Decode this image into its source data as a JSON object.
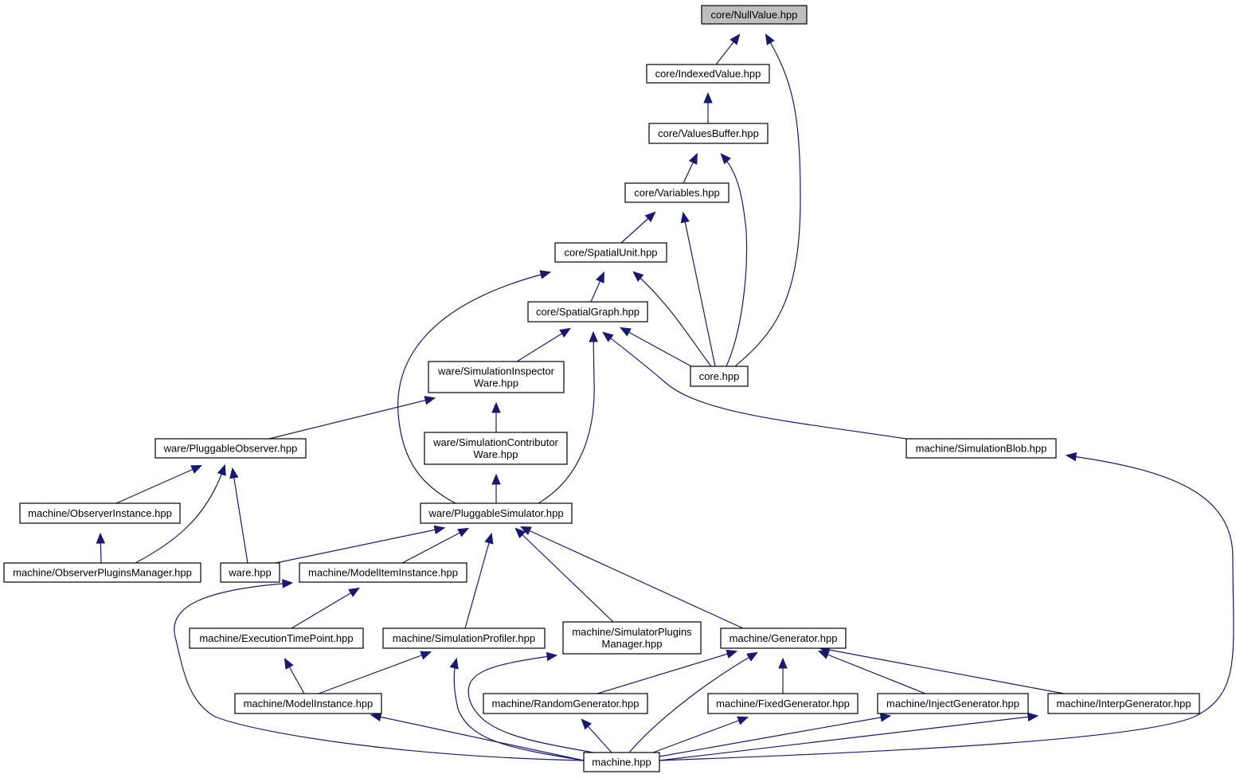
{
  "colors": {
    "edge": "#191970",
    "node_border": "#000000",
    "node_fill": "#ffffff",
    "root_fill": "#bfbfbf"
  },
  "nodes": [
    {
      "id": "nullvalue",
      "lines": [
        "core/NullValue.hpp"
      ],
      "root": true
    },
    {
      "id": "indexedvalue",
      "lines": [
        "core/IndexedValue.hpp"
      ]
    },
    {
      "id": "valuesbuffer",
      "lines": [
        "core/ValuesBuffer.hpp"
      ]
    },
    {
      "id": "variables",
      "lines": [
        "core/Variables.hpp"
      ]
    },
    {
      "id": "spatialunit",
      "lines": [
        "core/SpatialUnit.hpp"
      ]
    },
    {
      "id": "spatialgraph",
      "lines": [
        "core/SpatialGraph.hpp"
      ]
    },
    {
      "id": "corehpp",
      "lines": [
        "core.hpp"
      ]
    },
    {
      "id": "siminspector",
      "lines": [
        "ware/SimulationInspector",
        "Ware.hpp"
      ]
    },
    {
      "id": "simcontributor",
      "lines": [
        "ware/SimulationContributor",
        "Ware.hpp"
      ]
    },
    {
      "id": "pluggableobserver",
      "lines": [
        "ware/PluggableObserver.hpp"
      ]
    },
    {
      "id": "simblob",
      "lines": [
        "machine/SimulationBlob.hpp"
      ]
    },
    {
      "id": "observerinstance",
      "lines": [
        "machine/ObserverInstance.hpp"
      ]
    },
    {
      "id": "pluggablesimulator",
      "lines": [
        "ware/PluggableSimulator.hpp"
      ]
    },
    {
      "id": "observerplugins",
      "lines": [
        "machine/ObserverPluginsManager.hpp"
      ]
    },
    {
      "id": "warehpp",
      "lines": [
        "ware.hpp"
      ]
    },
    {
      "id": "modeliteminstance",
      "lines": [
        "machine/ModelItemInstance.hpp"
      ]
    },
    {
      "id": "executiontimepoint",
      "lines": [
        "machine/ExecutionTimePoint.hpp"
      ]
    },
    {
      "id": "simprofiler",
      "lines": [
        "machine/SimulationProfiler.hpp"
      ]
    },
    {
      "id": "simulatorplugins",
      "lines": [
        "machine/SimulatorPlugins",
        "Manager.hpp"
      ]
    },
    {
      "id": "generator",
      "lines": [
        "machine/Generator.hpp"
      ]
    },
    {
      "id": "modelinstance",
      "lines": [
        "machine/ModelInstance.hpp"
      ]
    },
    {
      "id": "randomgen",
      "lines": [
        "machine/RandomGenerator.hpp"
      ]
    },
    {
      "id": "fixedgen",
      "lines": [
        "machine/FixedGenerator.hpp"
      ]
    },
    {
      "id": "injectgen",
      "lines": [
        "machine/InjectGenerator.hpp"
      ]
    },
    {
      "id": "interpgen",
      "lines": [
        "machine/InterpGenerator.hpp"
      ]
    },
    {
      "id": "machinehpp",
      "lines": [
        "machine.hpp"
      ]
    }
  ],
  "edges": [
    {
      "from": "indexedvalue",
      "to": "nullvalue"
    },
    {
      "from": "corehpp",
      "to": "nullvalue"
    },
    {
      "from": "valuesbuffer",
      "to": "indexedvalue"
    },
    {
      "from": "variables",
      "to": "valuesbuffer"
    },
    {
      "from": "corehpp",
      "to": "valuesbuffer"
    },
    {
      "from": "spatialunit",
      "to": "variables"
    },
    {
      "from": "corehpp",
      "to": "variables"
    },
    {
      "from": "spatialgraph",
      "to": "spatialunit"
    },
    {
      "from": "corehpp",
      "to": "spatialunit"
    },
    {
      "from": "pluggablesimulator",
      "to": "spatialunit"
    },
    {
      "from": "corehpp",
      "to": "spatialgraph"
    },
    {
      "from": "siminspector",
      "to": "spatialgraph"
    },
    {
      "from": "pluggablesimulator",
      "to": "spatialgraph"
    },
    {
      "from": "simblob",
      "to": "spatialgraph"
    },
    {
      "from": "pluggableobserver",
      "to": "siminspector"
    },
    {
      "from": "simcontributor",
      "to": "siminspector"
    },
    {
      "from": "pluggablesimulator",
      "to": "simcontributor"
    },
    {
      "from": "observerinstance",
      "to": "pluggableobserver"
    },
    {
      "from": "observerplugins",
      "to": "pluggableobserver"
    },
    {
      "from": "warehpp",
      "to": "pluggableobserver"
    },
    {
      "from": "observerplugins",
      "to": "observerinstance"
    },
    {
      "from": "warehpp",
      "to": "pluggablesimulator"
    },
    {
      "from": "modeliteminstance",
      "to": "pluggablesimulator"
    },
    {
      "from": "simprofiler",
      "to": "pluggablesimulator"
    },
    {
      "from": "simulatorplugins",
      "to": "pluggablesimulator"
    },
    {
      "from": "generator",
      "to": "pluggablesimulator"
    },
    {
      "from": "machinehpp",
      "to": "simblob"
    },
    {
      "from": "executiontimepoint",
      "to": "modeliteminstance"
    },
    {
      "from": "machinehpp",
      "to": "modeliteminstance"
    },
    {
      "from": "modelinstance",
      "to": "executiontimepoint"
    },
    {
      "from": "modelinstance",
      "to": "simprofiler"
    },
    {
      "from": "machinehpp",
      "to": "simprofiler"
    },
    {
      "from": "machinehpp",
      "to": "simulatorplugins"
    },
    {
      "from": "randomgen",
      "to": "generator"
    },
    {
      "from": "fixedgen",
      "to": "generator"
    },
    {
      "from": "injectgen",
      "to": "generator"
    },
    {
      "from": "interpgen",
      "to": "generator"
    },
    {
      "from": "machinehpp",
      "to": "generator"
    },
    {
      "from": "machinehpp",
      "to": "modelinstance"
    },
    {
      "from": "machinehpp",
      "to": "randomgen"
    },
    {
      "from": "machinehpp",
      "to": "fixedgen"
    },
    {
      "from": "machinehpp",
      "to": "injectgen"
    },
    {
      "from": "machinehpp",
      "to": "interpgen"
    }
  ]
}
